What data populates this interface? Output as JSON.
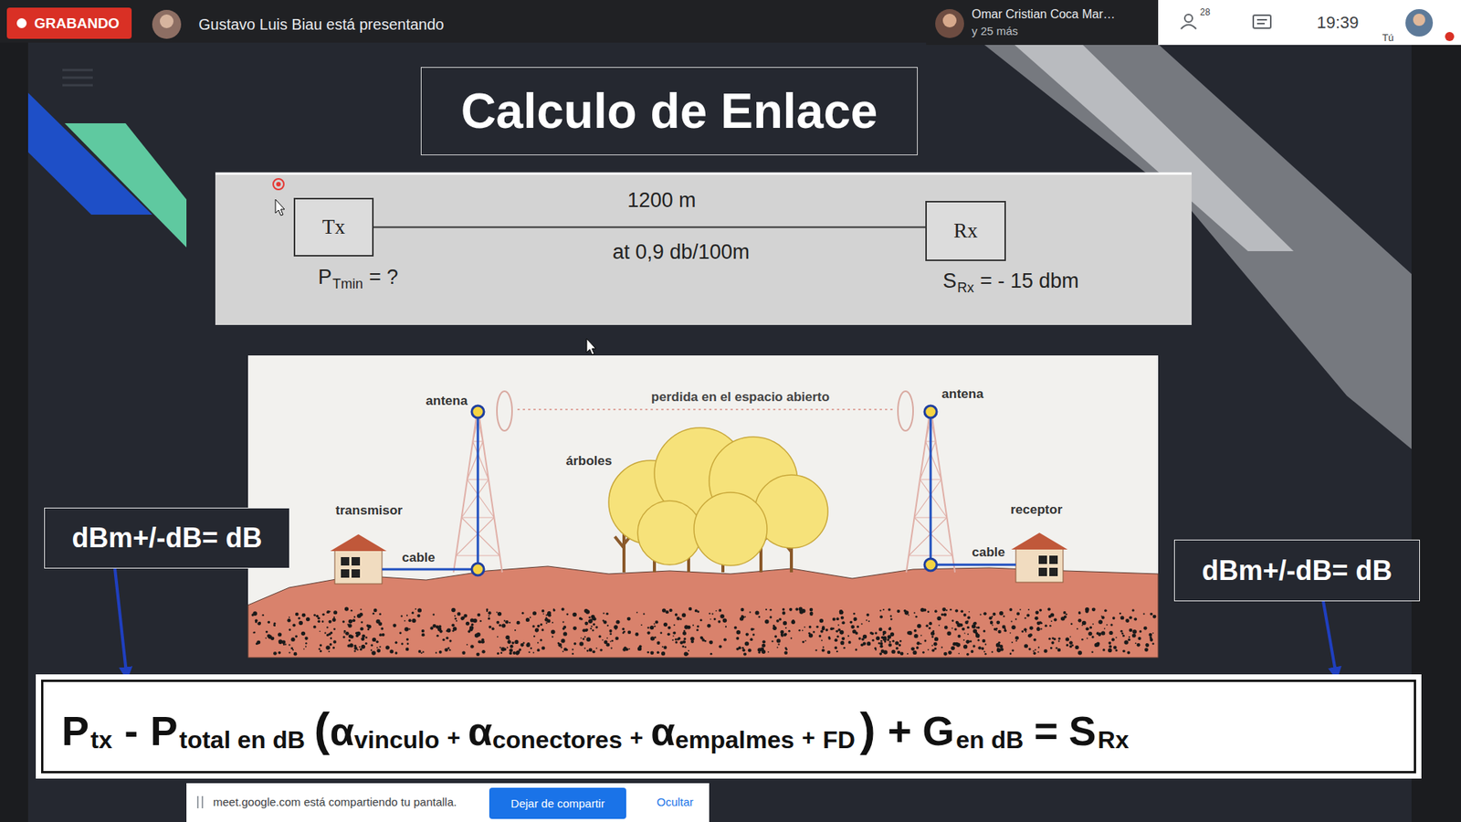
{
  "diagram": {
    "title": "Calculo de Enlace",
    "nodes": [
      {
        "text": [
          "GRABANDO"
        ]
      },
      {
        "text": [
          "Tx"
        ]
      },
      {
        "text": [
          "Rx"
        ]
      },
      {
        "text": [
          "dBm+/-dB= dB"
        ]
      },
      {
        "text": [
          "dBm+/-dB= dB"
        ]
      },
      {
        "text": [
          "P",
          "tx",
          "-",
          "P",
          "total en dB",
          "(",
          "α",
          "vinculo",
          "+",
          "α",
          "conectores",
          "+",
          "α",
          "empalmes",
          "+",
          "FD",
          ")",
          "+",
          "G",
          "en dB",
          "=",
          "S",
          "Rx"
        ]
      },
      {
        "text": [
          "meet.google.com está compartiendo tu pantalla.",
          "Ocultar"
        ]
      },
      {
        "text": [
          "Dejar de compartir"
        ],
        "in": 6
      }
    ],
    "edges": [
      {
        "from": 1,
        "to": 2,
        "arrow": "none",
        "label": "1200 m"
      },
      {
        "from": 3,
        "to": 5,
        "arrow": "to"
      },
      {
        "from": 4,
        "to": 5,
        "arrow": "to"
      }
    ],
    "labels": [
      "at 0,9 db/100m",
      "P",
      "Tmin",
      "= ?",
      "S",
      "Rx",
      "= - 15 dbm",
      "antena",
      "perdida en el espacio abierto",
      "antena",
      "árboles",
      "transmisor",
      "cable",
      "cable",
      "receptor",
      "Gustavo Luis Biau está presentando",
      "Omar Cristian Coca Mar…",
      "y 25 más",
      "28",
      "19:39",
      "Tú"
    ]
  }
}
